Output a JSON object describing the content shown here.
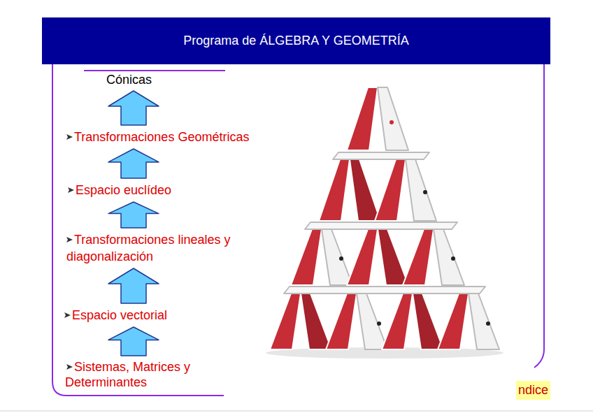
{
  "diagram": {
    "title": "Programa de ÁLGEBRA Y GEOMETRÍA",
    "nodes": [
      {
        "text": [
          "Cónicas"
        ]
      },
      {
        "text": [
          "Transformaciones Geométricas"
        ]
      },
      {
        "text": [
          "Espacio euclídeo"
        ]
      },
      {
        "text": [
          "Transformaciones lineales y diagonalización"
        ]
      },
      {
        "text": [
          "Espacio vectorial"
        ]
      },
      {
        "text": [
          "Sistemas, Matrices y Determinantes"
        ]
      },
      {
        "text": [
          "ndice"
        ]
      }
    ],
    "edges": [
      {
        "from": 5,
        "to": 4,
        "arrow": "to"
      },
      {
        "from": 4,
        "to": 3,
        "arrow": "to"
      },
      {
        "from": 3,
        "to": 2,
        "arrow": "to"
      },
      {
        "from": 2,
        "to": 1,
        "arrow": "to"
      },
      {
        "from": 1,
        "to": 0,
        "arrow": "to"
      }
    ]
  }
}
